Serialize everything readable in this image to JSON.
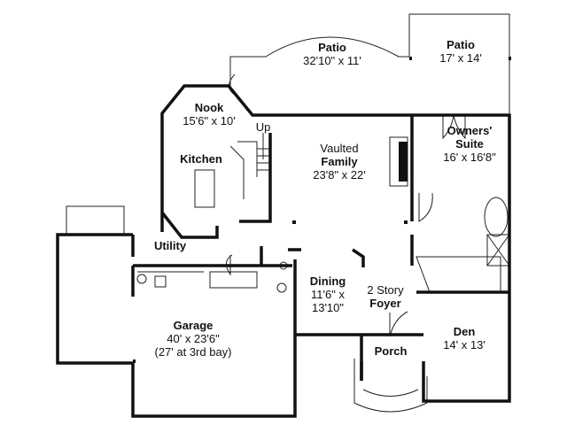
{
  "title": "Floor plan",
  "rooms": [
    {
      "id": "patio-main",
      "name": "Patio",
      "size": "32'10\" x 11'"
    },
    {
      "id": "patio-side",
      "name": "Patio",
      "size": "17' x 14'"
    },
    {
      "id": "nook",
      "name": "Nook",
      "size": "15'6\" x 10'"
    },
    {
      "id": "stairs",
      "name": "Up"
    },
    {
      "id": "kitchen",
      "name": "Kitchen"
    },
    {
      "id": "family",
      "prefix": "Vaulted",
      "name": "Family",
      "size": "23'8\" x 22'"
    },
    {
      "id": "owners-suite",
      "name": "Owners' Suite",
      "size": "16' x 16'8\""
    },
    {
      "id": "utility",
      "name": "Utility"
    },
    {
      "id": "dining",
      "name": "Dining",
      "size": "11'6\" x",
      "size2": "13'10\""
    },
    {
      "id": "foyer",
      "prefix": "2 Story",
      "name": "Foyer"
    },
    {
      "id": "garage",
      "name": "Garage",
      "size": "40' x 23'6\"",
      "note": "(27' at 3rd bay)"
    },
    {
      "id": "porch",
      "name": "Porch"
    },
    {
      "id": "den",
      "name": "Den",
      "size": "14' x 13'"
    }
  ]
}
